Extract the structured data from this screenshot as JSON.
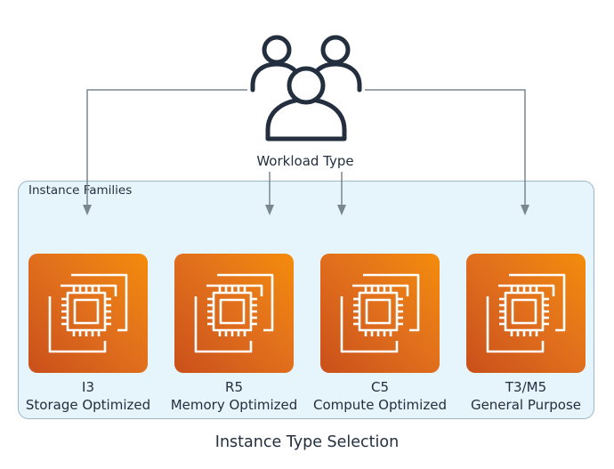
{
  "title": "Instance Type Selection",
  "source": {
    "label": "Workload Type",
    "icon": "users-icon"
  },
  "group": {
    "label": "Instance Families"
  },
  "instances": [
    {
      "name": "I3",
      "family": "Storage Optimized",
      "icon": "ec2-instances-icon"
    },
    {
      "name": "R5",
      "family": "Memory Optimized",
      "icon": "ec2-instances-icon"
    },
    {
      "name": "C5",
      "family": "Compute Optimized",
      "icon": "ec2-instances-icon"
    },
    {
      "name": "T3/M5",
      "family": "General Purpose",
      "icon": "ec2-instances-icon"
    }
  ],
  "colors": {
    "instance_gradient": [
      "#f48c0b",
      "#c9501b"
    ],
    "group_fill": "#e6f4fb",
    "group_border": "#9db7c8",
    "arrow": "#7a8791",
    "text": "#232f3e"
  }
}
